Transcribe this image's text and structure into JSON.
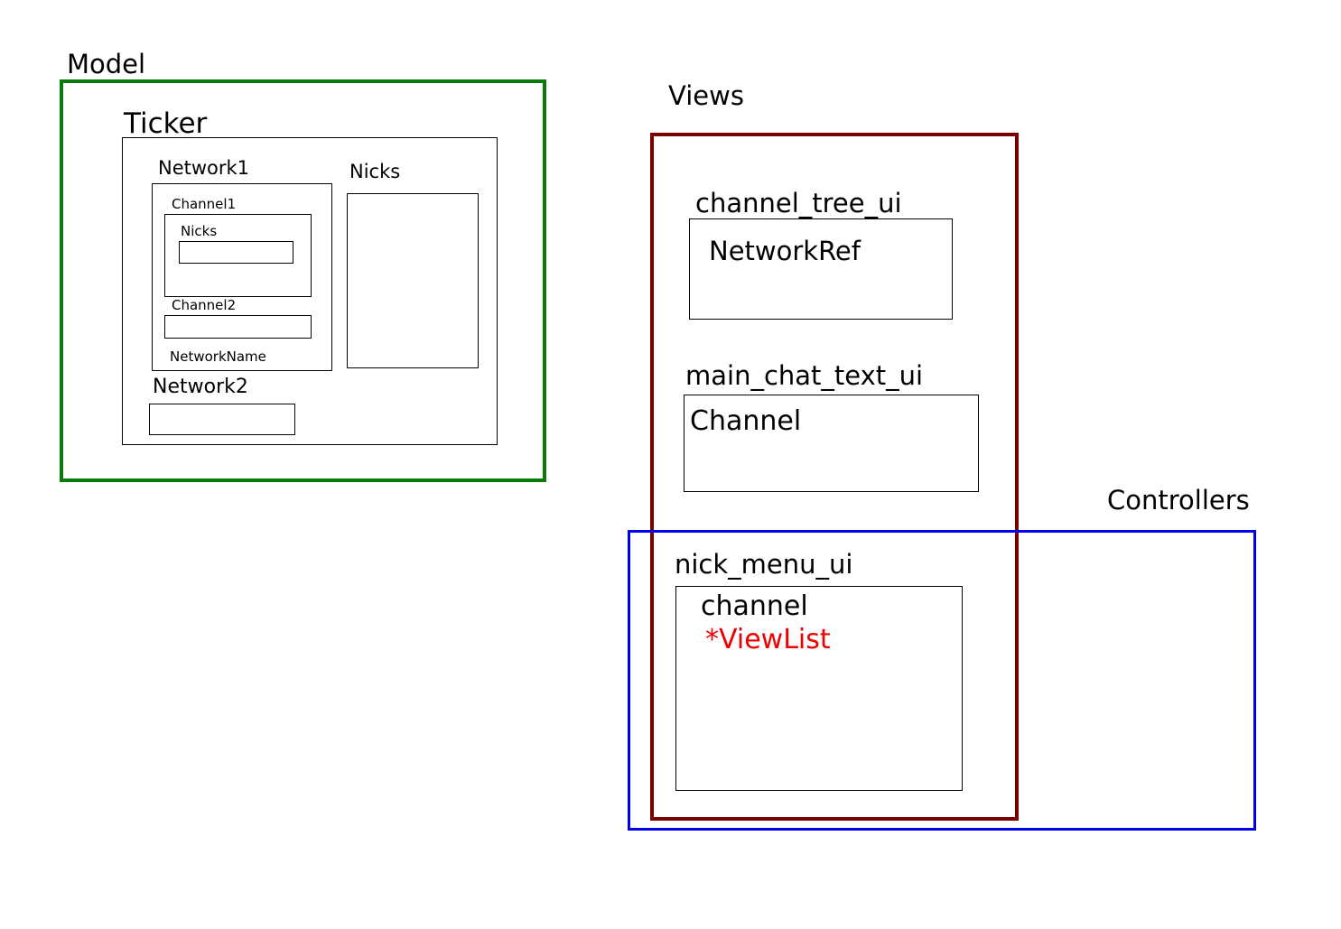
{
  "groups": {
    "model": "Model",
    "views": "Views",
    "controllers": "Controllers"
  },
  "model": {
    "ticker": "Ticker",
    "network1": "Network1",
    "channel1": "Channel1",
    "channel1_nicks": "Nicks",
    "channel2": "Channel2",
    "network_name": "NetworkName",
    "network2": "Network2",
    "nicks": "Nicks"
  },
  "views": {
    "channel_tree_ui": "channel_tree_ui",
    "channel_tree_content": "NetworkRef",
    "main_chat_text_ui": "main_chat_text_ui",
    "main_chat_content": "Channel",
    "nick_menu_ui": "nick_menu_ui",
    "nick_menu_content": "channel",
    "nick_menu_highlight": "*ViewList"
  },
  "colors": {
    "model_frame": "#0a7a0a",
    "views_frame": "#7a0000",
    "controllers_frame": "#0000ee",
    "highlight_text": "#ee0000"
  }
}
